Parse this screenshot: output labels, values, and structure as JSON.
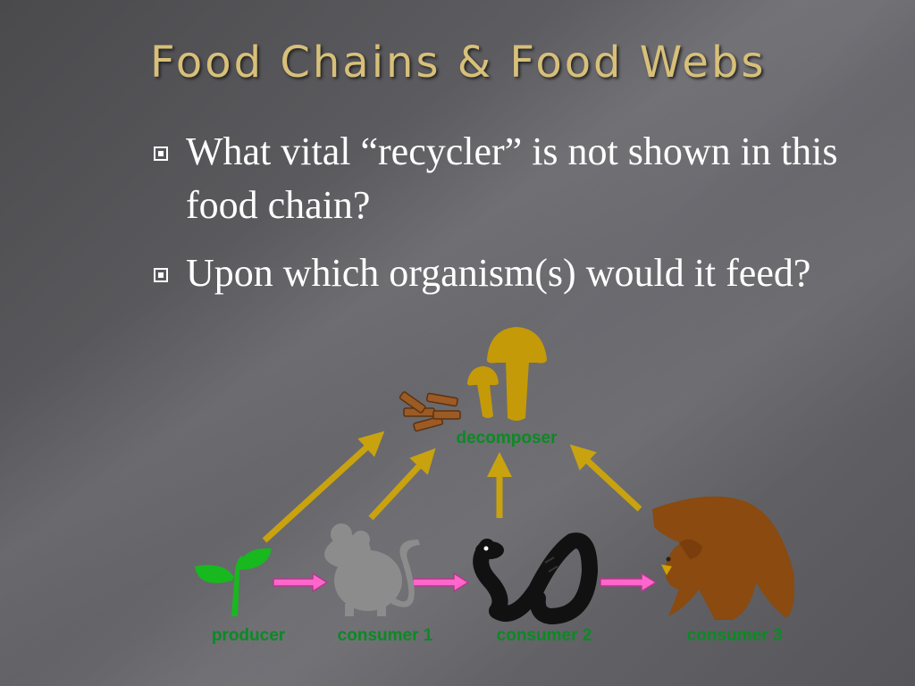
{
  "slide": {
    "title": "Food Chains & Food Webs",
    "bullets": [
      "What vital “recycler” is not shown in this food chain?",
      "Upon which organism(s) would it feed?"
    ]
  },
  "diagram": {
    "labels": {
      "decomposer": "decomposer",
      "producer": "producer",
      "consumer1": "consumer 1",
      "consumer2": "consumer 2",
      "consumer3": "consumer 3"
    },
    "icons": [
      "mushroom-icon",
      "logs-icon",
      "sprout-icon",
      "mouse-icon",
      "snake-icon",
      "eagle-icon"
    ],
    "colors": {
      "title": "#d8c07a",
      "label": "#0b8a24",
      "up_arrow": "#c9a20f",
      "chain_arrow": "#ff66cc"
    }
  }
}
